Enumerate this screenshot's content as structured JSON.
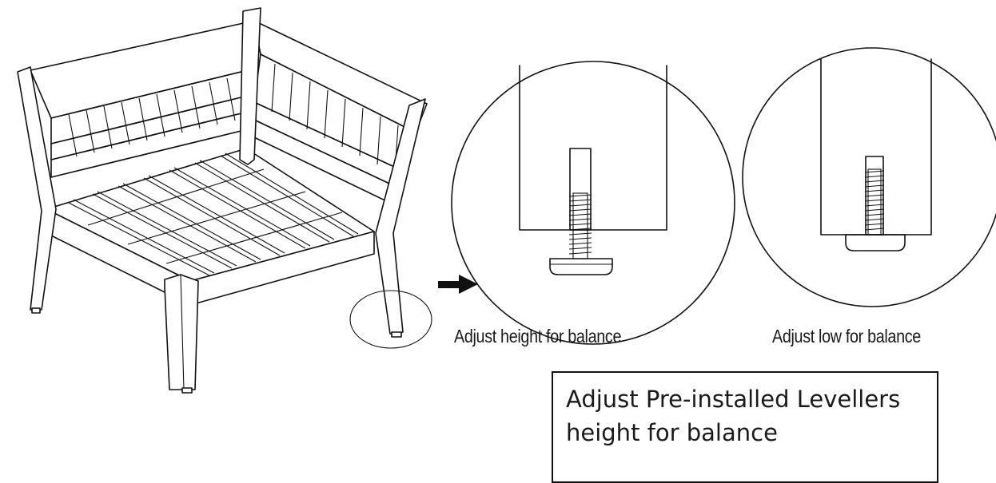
{
  "captions": {
    "left": "Adjust height for balance",
    "right": "Adjust low for balance"
  },
  "note": {
    "text": "Adjust Pre-installed Levellers height for balance"
  },
  "icons": {
    "pointer": "right-arrow-icon"
  },
  "colors": {
    "line": "#111111",
    "background": "#ffffff"
  }
}
